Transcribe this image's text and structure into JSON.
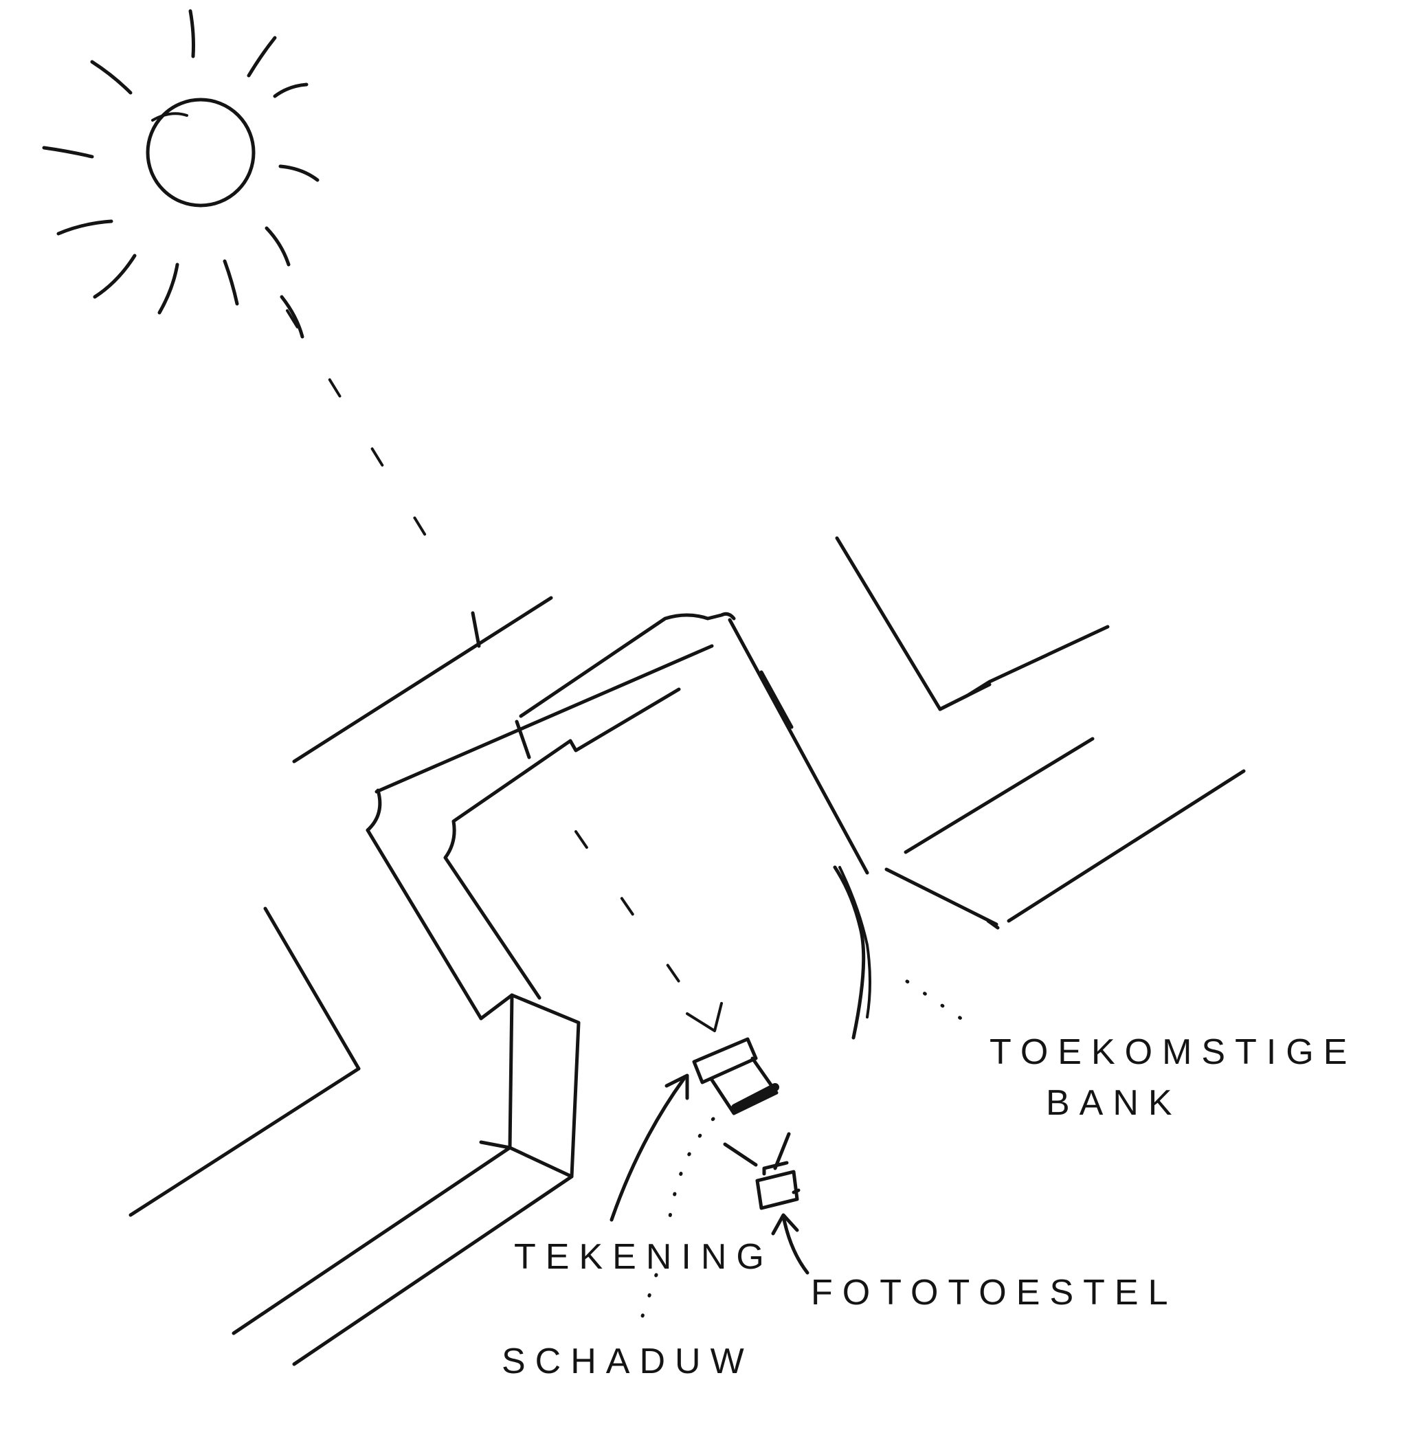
{
  "labels": {
    "future_bench_line1": "TOEKOMSTIGE",
    "future_bench_line2": "BANK",
    "drawing": "TEKENING",
    "camera": "FOTOTOESTEL",
    "shadow": "SCHADUW"
  },
  "colors": {
    "ink": "#141414",
    "paper": "#ffffff"
  },
  "icons": [
    "sun-icon",
    "drawing-board-icon",
    "camera-icon"
  ]
}
